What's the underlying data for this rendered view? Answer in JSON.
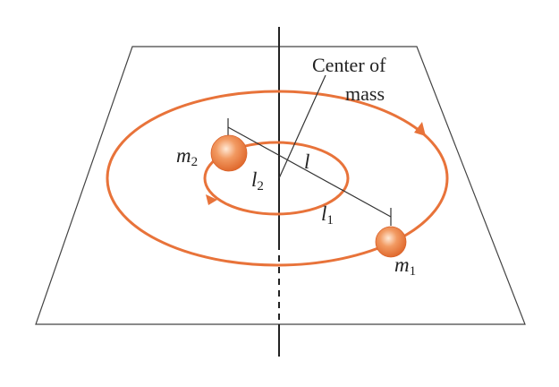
{
  "labels": {
    "center_of_mass_line1": "Center of",
    "center_of_mass_line2": "mass",
    "m2": {
      "base": "m",
      "sub": "2"
    },
    "m1": {
      "base": "m",
      "sub": "1"
    },
    "l": "l",
    "l1": {
      "base": "l",
      "sub": "1"
    },
    "l2": {
      "base": "l",
      "sub": "2"
    }
  },
  "colors": {
    "orbit": "#e8733a",
    "mass_fill": "#ee8a50",
    "mass_highlight": "#ffe9d6",
    "line": "#333333",
    "axis": "#222222"
  }
}
